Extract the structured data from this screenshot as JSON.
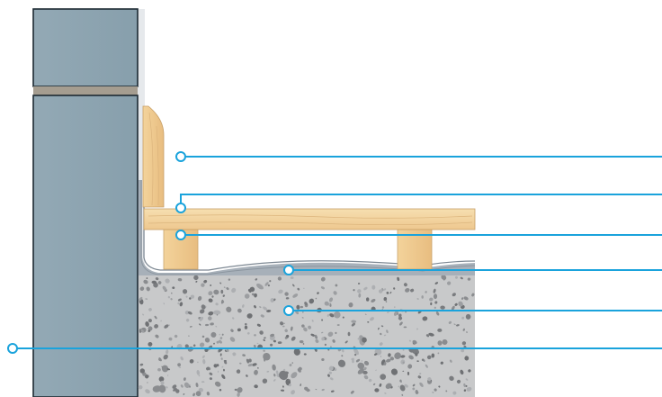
{
  "diagram": {
    "colors": {
      "background": "#ffffff",
      "wall": "#8fa6b2",
      "wall_outline": "#1d2a33",
      "mortar_joint": "#a59d90",
      "cavity_gap": "#e9ecef",
      "timber_light": "#f4d9a6",
      "timber_dark": "#e3b679",
      "timber_grain": "#caa06a",
      "membrane": "#a9b2bb",
      "membrane_dark": "#7f8a95",
      "screed": "#c9cacb",
      "aggregate": "#8a8c8f",
      "leader_line": "#1aa3dc"
    },
    "icons": [
      "leader-marker-icon"
    ],
    "layers": [
      {
        "id": "wall",
        "name": "masonry-wall"
      },
      {
        "id": "skirting",
        "name": "skirting-board"
      },
      {
        "id": "floorboard",
        "name": "floorboard"
      },
      {
        "id": "batten",
        "name": "timber-batten"
      },
      {
        "id": "membrane",
        "name": "damp-proof-membrane"
      },
      {
        "id": "screed",
        "name": "concrete-screed"
      }
    ],
    "callouts": [
      {
        "target": "skirting"
      },
      {
        "target": "floorboard"
      },
      {
        "target": "batten"
      },
      {
        "target": "membrane"
      },
      {
        "target": "screed"
      },
      {
        "target": "wall"
      }
    ]
  }
}
